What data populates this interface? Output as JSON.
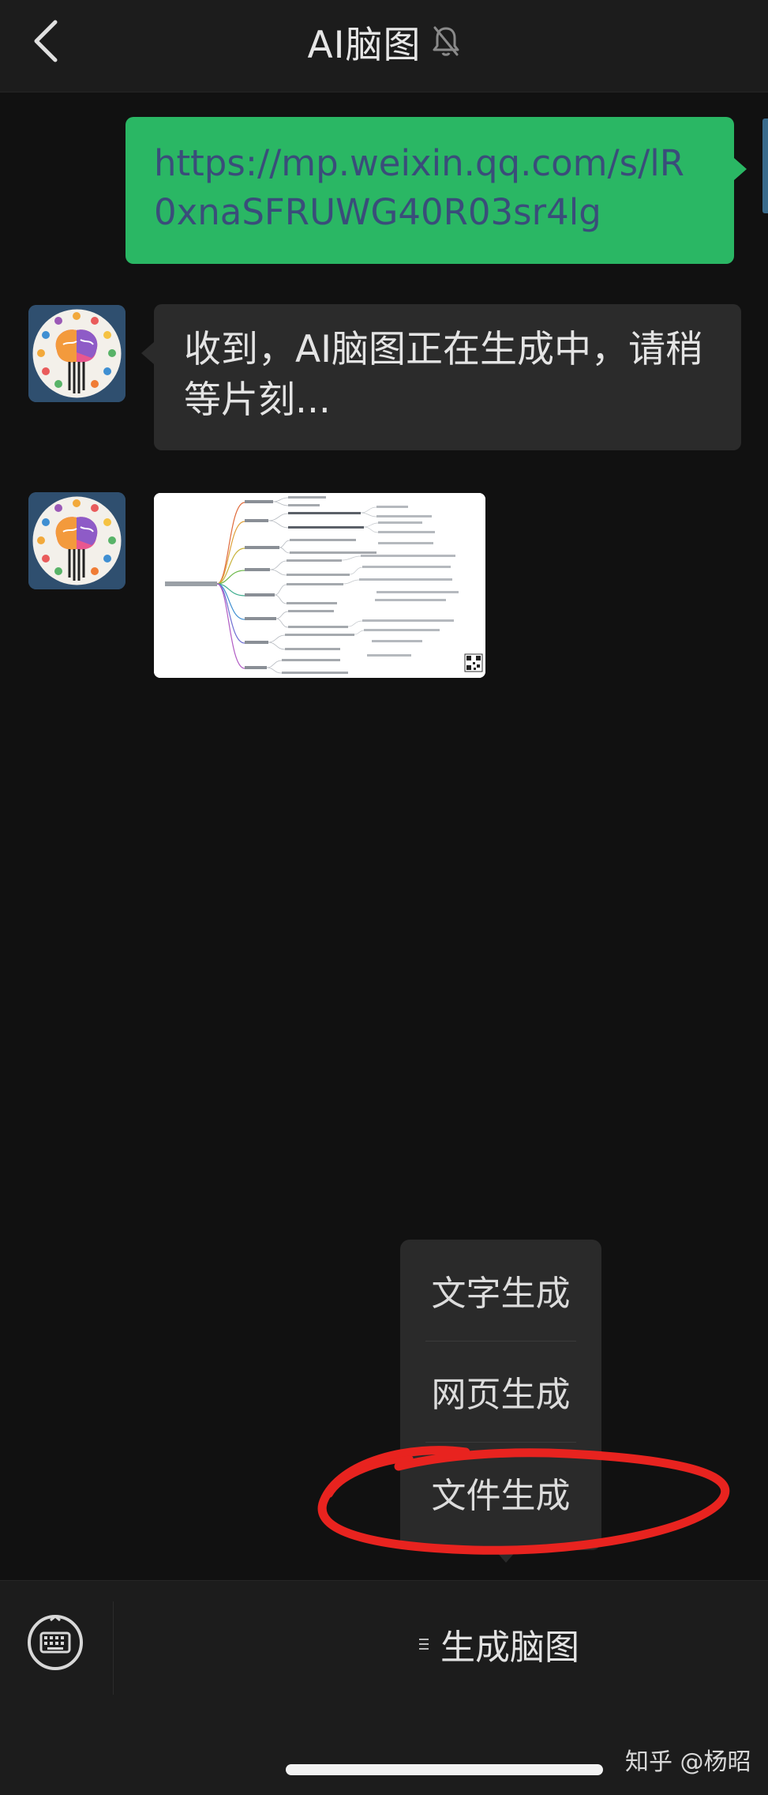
{
  "header": {
    "title": "AI脑图",
    "icons": {
      "back": "chevron-left-icon",
      "mute": "bell-off-icon"
    }
  },
  "messages": {
    "outgoing_link": "https://mp.weixin.qq.com/s/lR0xnaSFRUWG40R03sr4lg",
    "incoming_text": "收到，AI脑图正在生成中，请稍等片刻...",
    "incoming_image": "mindmap-image"
  },
  "popup_menu": {
    "items": [
      {
        "label": "文字生成"
      },
      {
        "label": "网页生成"
      },
      {
        "label": "文件生成"
      }
    ]
  },
  "bottom_bar": {
    "menu_label": "生成脑图",
    "icons": {
      "keyboard": "keyboard-icon",
      "menu": "list-icon"
    }
  },
  "watermark": "知乎 @杨昭",
  "colors": {
    "background": "#111111",
    "bar": "#1c1c1c",
    "outgoing_bubble": "#2ab764",
    "link_text": "#3a4d7a",
    "incoming_bubble": "#2b2b2b",
    "popup": "#2a2a2a",
    "annotation": "#e8231f"
  }
}
